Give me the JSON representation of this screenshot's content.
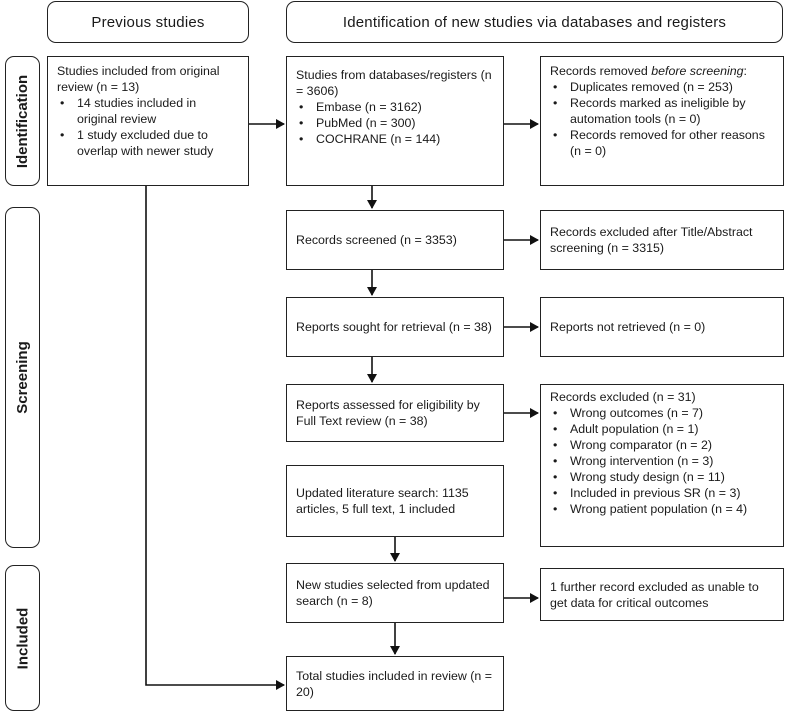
{
  "headers": {
    "previous": "Previous studies",
    "new": "Identification of new studies via databases and registers"
  },
  "phases": {
    "identification": "Identification",
    "screening": "Screening",
    "included": "Included"
  },
  "boxes": {
    "original_review": {
      "lead": "Studies included from original review (n = 13)",
      "items": [
        "14 studies included in original review",
        "1 study excluded due to overlap with newer study"
      ]
    },
    "databases": {
      "lead": "Studies from databases/registers (n = 3606)",
      "items": [
        "Embase (n = 3162)",
        "PubMed (n = 300)",
        "COCHRANE (n = 144)"
      ]
    },
    "removed": {
      "lead_pre": "Records removed ",
      "lead_em": "before screening",
      "lead_post": ":",
      "items": [
        "Duplicates removed (n = 253)",
        "Records marked as ineligible by automation tools (n = 0)",
        "Records removed for other reasons (n = 0)"
      ]
    },
    "screened": "Records screened (n = 3353)",
    "excluded_title": "Records excluded after Title/Abstract screening (n = 3315)",
    "sought": "Reports sought for retrieval (n = 38)",
    "not_retrieved": "Reports not retrieved (n = 0)",
    "assessed": "Reports assessed for eligibility by Full Text review (n = 38)",
    "excluded_full": {
      "lead": "Records excluded (n = 31)",
      "items": [
        "Wrong outcomes (n = 7)",
        "Adult population (n = 1)",
        "Wrong comparator (n = 2)",
        "Wrong intervention (n = 3)",
        "Wrong study design (n = 11)",
        "Included in previous SR (n = 3)",
        "Wrong patient population (n = 4)"
      ]
    },
    "updated_search": "Updated literature search: 1135 articles, 5 full text, 1 included",
    "new_selected": "New studies selected from updated search (n = 8)",
    "further_excluded": "1 further record excluded as unable to get data for critical outcomes",
    "total": "Total studies included in review (n = 20)"
  }
}
